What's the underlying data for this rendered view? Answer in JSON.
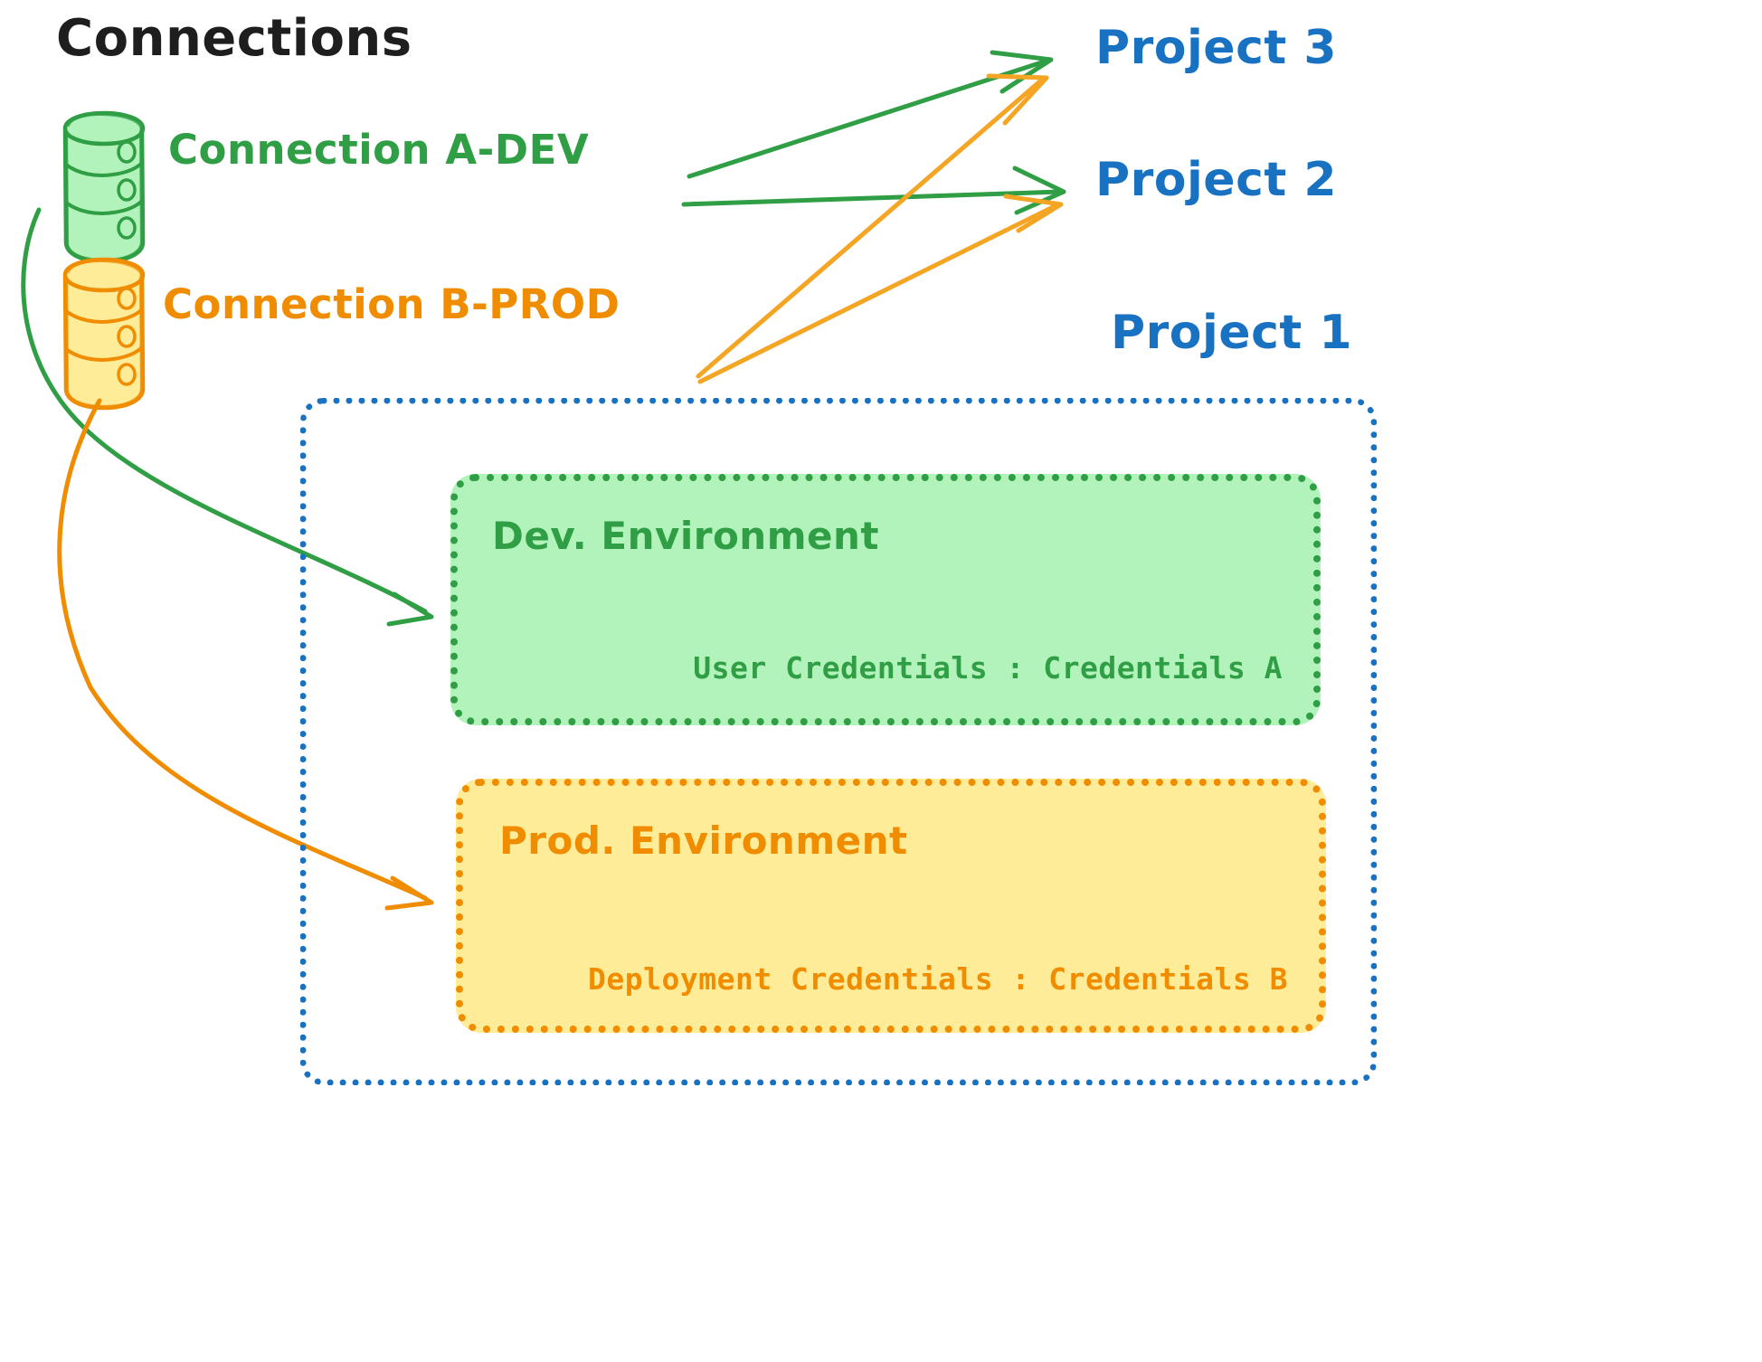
{
  "diagram": {
    "title": "Connections",
    "connections": [
      {
        "id": "connection-a-dev",
        "label": "Connection A-DEV",
        "color": "#2f9e44",
        "icon": "database-icon"
      },
      {
        "id": "connection-b-prod",
        "label": "Connection B-PROD",
        "color": "#f08c00",
        "icon": "database-icon"
      }
    ],
    "projects": [
      {
        "id": "project-3",
        "label": "Project 3",
        "color": "#1971c2"
      },
      {
        "id": "project-2",
        "label": "Project 2",
        "color": "#1971c2"
      },
      {
        "id": "project-1",
        "label": "Project 1",
        "color": "#1971c2"
      }
    ],
    "project1": {
      "border_color": "#1971c2",
      "environments": [
        {
          "id": "dev-environment",
          "title": "Dev. Environment",
          "credentials": "User Credentials : Credentials A",
          "color": "#2f9e44",
          "fill": "#b2f2bb"
        },
        {
          "id": "prod-environment",
          "title": "Prod. Environment",
          "credentials": "Deployment Credentials : Credentials B",
          "color": "#f08c00",
          "fill": "#ffec99"
        }
      ]
    },
    "edges": [
      {
        "from": "connection-a-dev",
        "to": "project-3",
        "color": "#2f9e44"
      },
      {
        "from": "connection-a-dev",
        "to": "project-2",
        "color": "#2f9e44"
      },
      {
        "from": "connection-a-dev",
        "to": "dev-environment",
        "color": "#2f9e44"
      },
      {
        "from": "connection-b-prod",
        "to": "project-3",
        "color": "#f5a524"
      },
      {
        "from": "connection-b-prod",
        "to": "project-2",
        "color": "#f5a524"
      },
      {
        "from": "connection-b-prod",
        "to": "prod-environment",
        "color": "#f08c00"
      }
    ],
    "palette": {
      "green_stroke": "#2f9e44",
      "green_fill": "#b2f2bb",
      "orange_stroke": "#f08c00",
      "orange_arrow": "#f5a524",
      "yellow_fill": "#ffec99",
      "blue": "#1971c2",
      "black": "#1e1e1e",
      "background": "#ffffff"
    }
  }
}
